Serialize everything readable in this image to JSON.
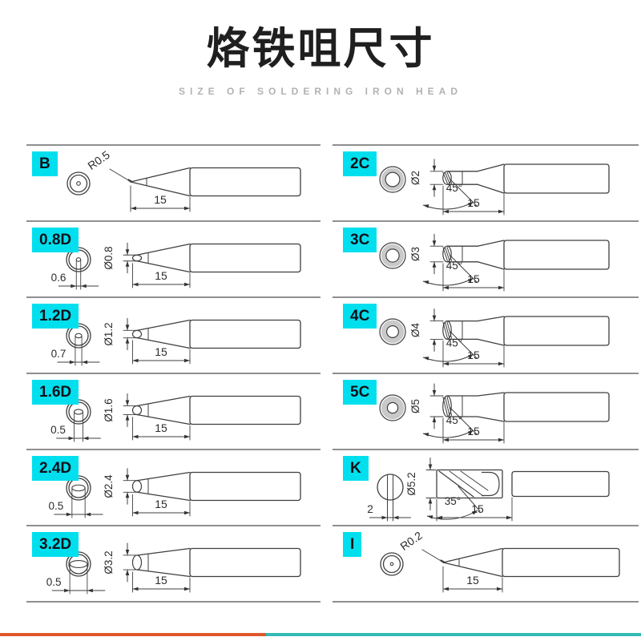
{
  "header": {
    "title": "烙铁咀尺寸",
    "subtitle": "SIZE OF SOLDERING IRON HEAD"
  },
  "colors": {
    "label_bg": "#00dfee",
    "label_text": "#101019",
    "line": "#3f3f3f",
    "divider": "#8f8f8f",
    "ring_gray": "#c9c9c9",
    "bottom_bar_left": "#e0562b",
    "bottom_bar_right": "#33b9b3"
  },
  "items": [
    {
      "label": "B",
      "type": "pointed",
      "tip_radius": "R0.5",
      "length": "15"
    },
    {
      "label": "2C",
      "type": "bevel",
      "diameter": "Ø2",
      "angle": "45°",
      "length": "15"
    },
    {
      "label": "0.8D",
      "type": "chisel",
      "tip_width": "0.6",
      "diameter": "Ø0.8",
      "length": "15"
    },
    {
      "label": "3C",
      "type": "bevel",
      "diameter": "Ø3",
      "angle": "45°",
      "length": "15"
    },
    {
      "label": "1.2D",
      "type": "chisel",
      "tip_width": "0.7",
      "diameter": "Ø1.2",
      "length": "15"
    },
    {
      "label": "4C",
      "type": "bevel",
      "diameter": "Ø4",
      "angle": "45°",
      "length": "15"
    },
    {
      "label": "1.6D",
      "type": "chisel",
      "tip_width": "0.5",
      "diameter": "Ø1.6",
      "length": "15"
    },
    {
      "label": "5C",
      "type": "bevel",
      "diameter": "Ø5",
      "angle": "45°",
      "length": "15"
    },
    {
      "label": "2.4D",
      "type": "chisel",
      "tip_width": "0.5",
      "diameter": "Ø2.4",
      "length": "15"
    },
    {
      "label": "K",
      "type": "knife",
      "tip_width": "2",
      "diameter": "Ø5.2",
      "angle": "35°",
      "length": "15"
    },
    {
      "label": "3.2D",
      "type": "chisel",
      "tip_width": "0.5",
      "diameter": "Ø3.2",
      "length": "15"
    },
    {
      "label": "I",
      "type": "pointed",
      "tip_radius": "R0.2",
      "length": "15"
    }
  ]
}
